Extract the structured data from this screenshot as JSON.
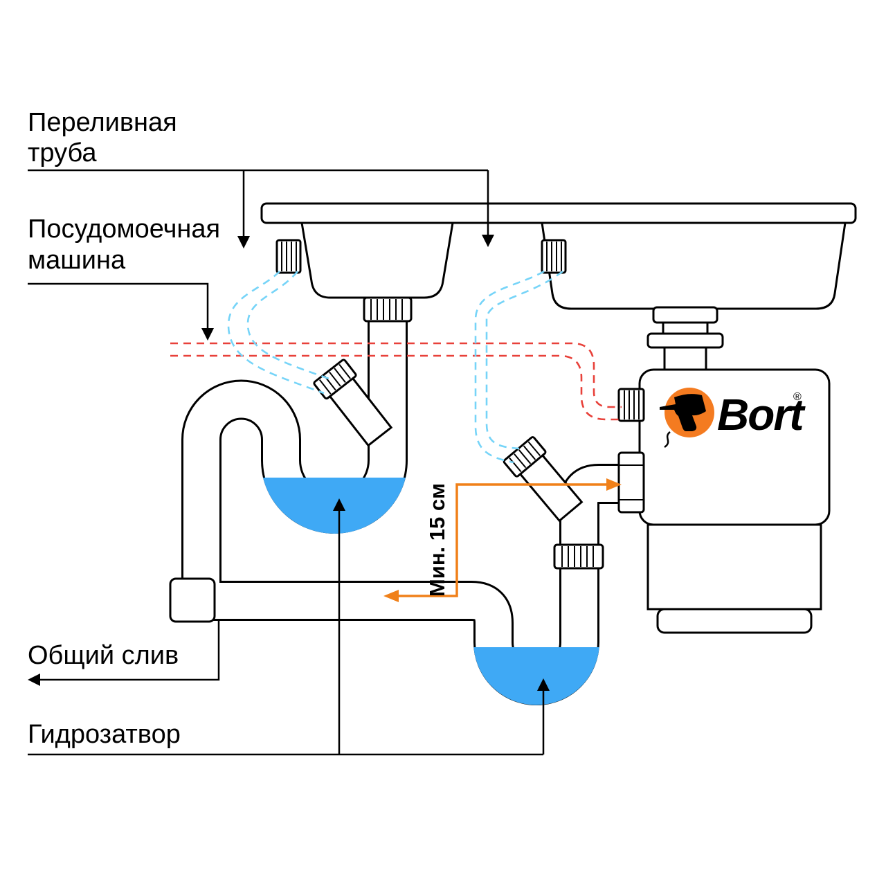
{
  "labels": {
    "overflow_pipe": {
      "line1": "Переливная",
      "line2": "труба"
    },
    "dishwasher": {
      "line1": "Посудомоечная",
      "line2": "машина"
    },
    "common_drain": "Общий слив",
    "water_trap": "Гидрозатвор",
    "min_height": "Мин. 15 см"
  },
  "brand": {
    "name": "Bort",
    "registered_mark": "®"
  },
  "colors": {
    "water": "#3FA9F5",
    "overflow_hose": "#76D4F8",
    "dishwasher_hose": "#E8413A",
    "arrow": "#F08019",
    "brand_orange": "#F47B20",
    "outline": "#000000"
  }
}
